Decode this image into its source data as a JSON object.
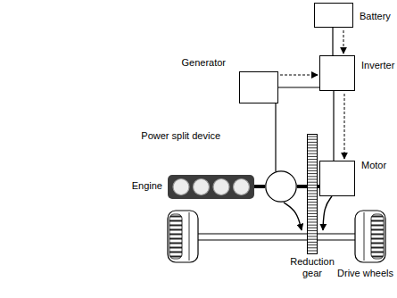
{
  "diagram": {
    "nodes": [
      {
        "text": [
          "Battery"
        ]
      },
      {
        "text": [
          "Generator"
        ]
      },
      {
        "text": [
          "Inverter"
        ]
      },
      {
        "text": [
          "Power split device"
        ]
      },
      {
        "text": [
          "Engine"
        ]
      },
      {
        "text": [
          "Motor"
        ]
      },
      {
        "text": [
          "Reduction gear"
        ]
      }
    ],
    "edges": [
      {
        "from": 0,
        "to": 2,
        "arrow": "to"
      },
      {
        "from": 1,
        "to": 2,
        "arrow": "to"
      },
      {
        "from": 2,
        "to": 5,
        "arrow": "to"
      },
      {
        "from": 1,
        "to": 3,
        "arrow": "none"
      },
      {
        "from": 4,
        "to": 3,
        "arrow": "none"
      },
      {
        "from": 3,
        "to": 5,
        "arrow": "none"
      },
      {
        "from": 3,
        "to": 6,
        "arrow": "to"
      },
      {
        "from": 5,
        "to": 6,
        "arrow": "to"
      }
    ],
    "labels": [
      "Drive wheels"
    ]
  }
}
